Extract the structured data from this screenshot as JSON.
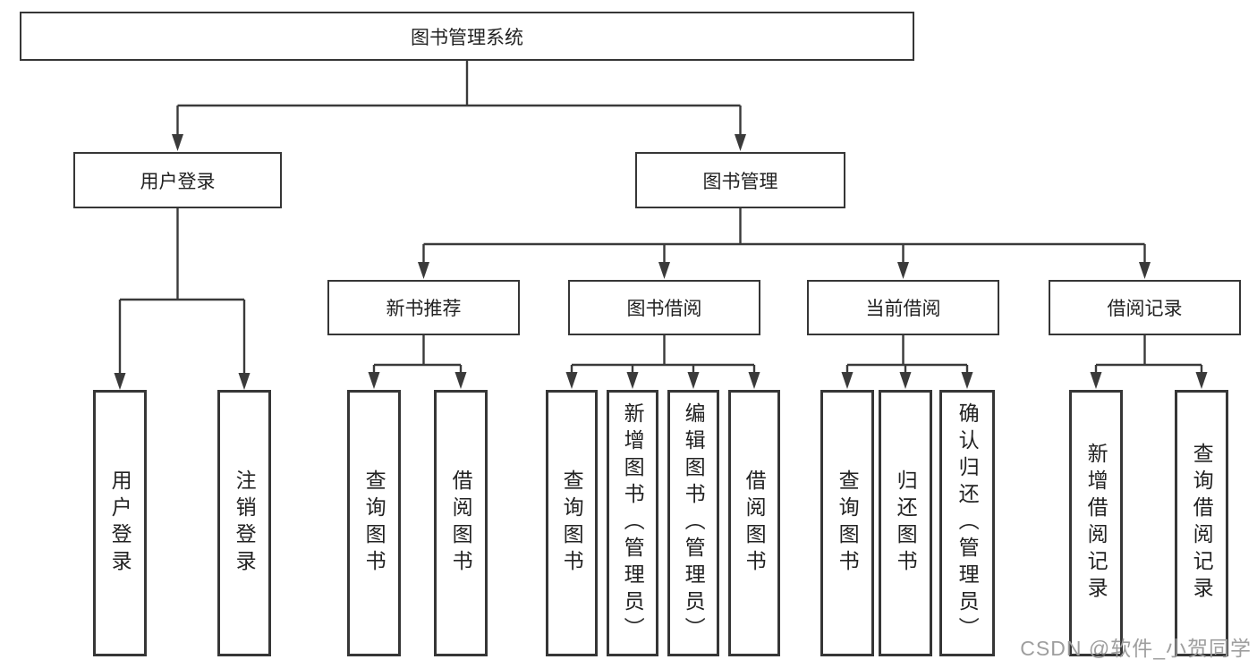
{
  "diagram": {
    "root": {
      "label": "图书管理系统"
    },
    "level1": [
      {
        "label": "用户登录"
      },
      {
        "label": "图书管理"
      }
    ],
    "level2": [
      {
        "label": "新书推荐"
      },
      {
        "label": "图书借阅"
      },
      {
        "label": "当前借阅"
      },
      {
        "label": "借阅记录"
      }
    ],
    "leaves": [
      {
        "label": "用户登录"
      },
      {
        "label": "注销登录"
      },
      {
        "label": "查询图书"
      },
      {
        "label": "借阅图书"
      },
      {
        "label": "查询图书"
      },
      {
        "label": "新增图书（管理员）"
      },
      {
        "label": "编辑图书（管理员）"
      },
      {
        "label": "借阅图书"
      },
      {
        "label": "查询图书"
      },
      {
        "label": "归还图书"
      },
      {
        "label": "确认归还（管理员）"
      },
      {
        "label": "新增借阅记录"
      },
      {
        "label": "查询借阅记录"
      }
    ]
  },
  "watermark": {
    "text": "CSDN @软件_小贺同学"
  },
  "colors": {
    "line": "#3a3a3a",
    "border": "#363636",
    "text": "#222222",
    "background": "#ffffff",
    "watermark": "#9e9e9e"
  }
}
